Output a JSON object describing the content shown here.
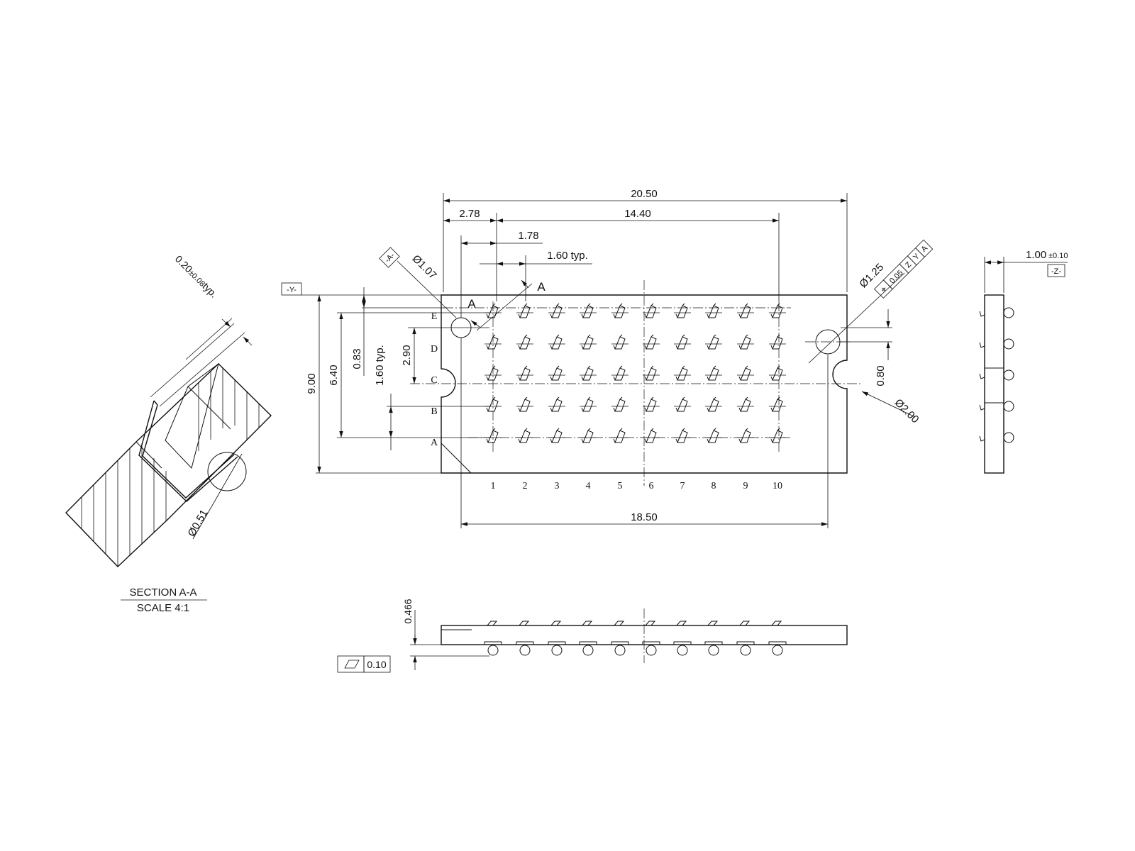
{
  "top_view": {
    "dimensions": {
      "overall_width": "20.50",
      "left_offset": "2.78",
      "pin_span": "14.40",
      "row_offset": "1.78",
      "pitch_x": "1.60 typ.",
      "height": "9.00",
      "pin_rows_span": "6.40",
      "hole_offset": "0.83",
      "pitch_y": "1.60 typ.",
      "center_offset": "2.90",
      "bottom_width": "18.50",
      "right_hole_offset": "0.80",
      "small_hole_dia": "Ø1.07",
      "right_hole_dia": "Ø1.25",
      "notch_dia": "Ø2.00"
    },
    "datum_a": "-A-",
    "datum_y": "-Y-",
    "section_marker": "A",
    "row_labels": [
      "E",
      "D",
      "C",
      "B",
      "A"
    ],
    "column_labels": [
      "1",
      "2",
      "3",
      "4",
      "5",
      "6",
      "7",
      "8",
      "9",
      "10"
    ],
    "position_tolerance": {
      "symbol": "⌖",
      "value": "0.05",
      "datums": [
        "Z",
        "Y",
        "A"
      ]
    }
  },
  "side_view": {
    "thickness": "1.00",
    "thickness_tolerance": "±0.10",
    "datum_z": "-Z-"
  },
  "front_view": {
    "ball_height": "0.466",
    "flatness_value": "0.10"
  },
  "section_view": {
    "pin_thickness": "0.20",
    "pin_tolerance": "±0.08",
    "pin_suffix": "typ.",
    "ball_dia": "Ø0.51",
    "title": "SECTION A-A",
    "scale": "SCALE 4:1"
  }
}
